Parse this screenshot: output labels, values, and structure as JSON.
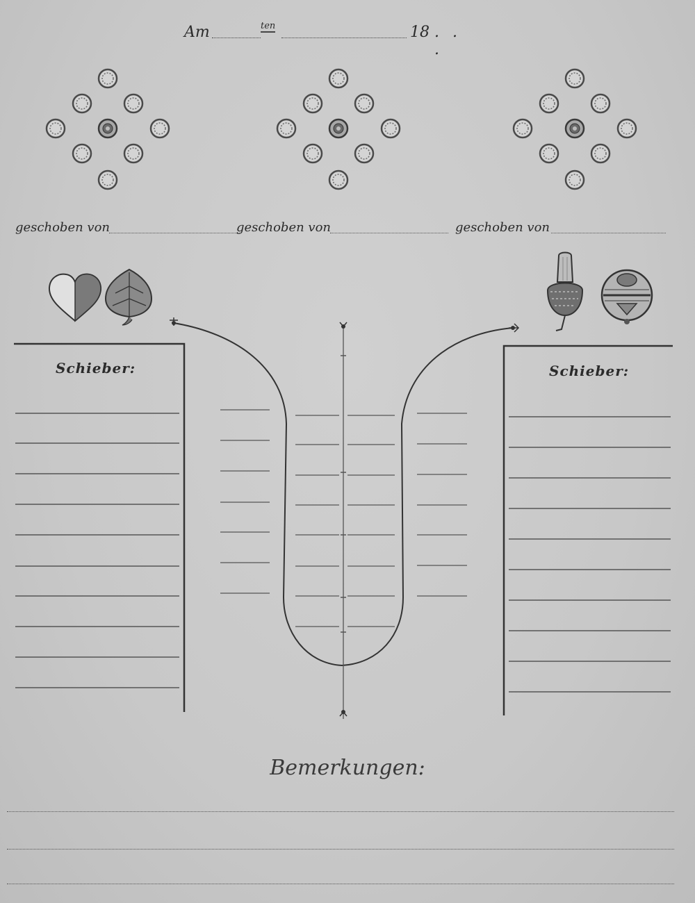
{
  "header": {
    "am_label": "Am",
    "ten_label": "ten",
    "year_label": "18",
    "ellipsis": ". . ."
  },
  "pushed": {
    "label": "geschoben von",
    "items": [
      {
        "label": "geschoben von"
      },
      {
        "label": "geschoben von"
      },
      {
        "label": "geschoben von"
      }
    ]
  },
  "suits": {
    "left": [
      "heart-icon",
      "leaf-icon"
    ],
    "right": [
      "acorn-icon",
      "bell-icon"
    ]
  },
  "scoreboxes": {
    "left_title": "Schieber:",
    "right_title": "Schieber:"
  },
  "remarks": {
    "title": "Bemerkungen:"
  }
}
